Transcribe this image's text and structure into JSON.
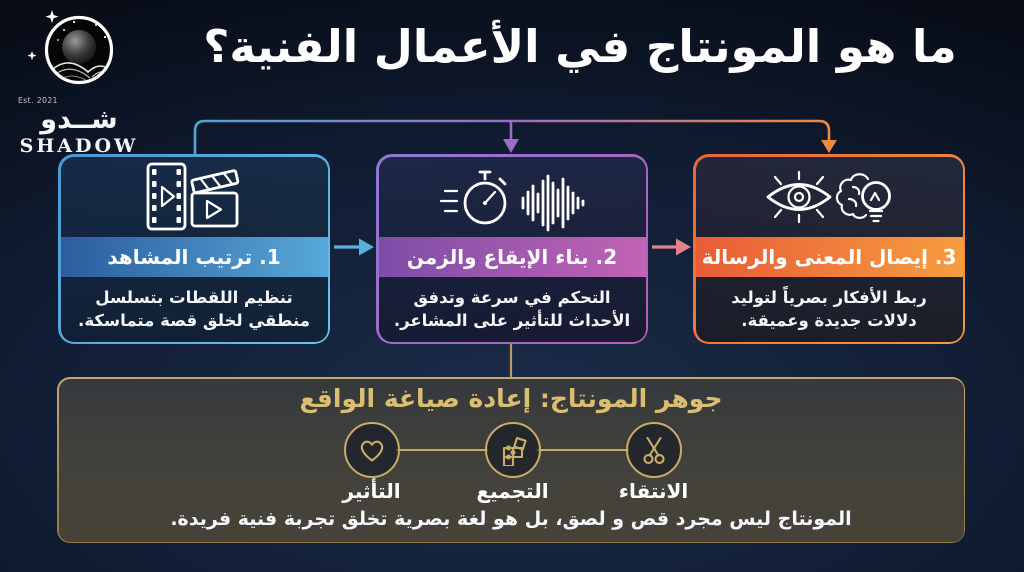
{
  "header": {
    "title": "ما هو المونتاج في الأعمال الفنية؟"
  },
  "logo": {
    "est_label": "Est. 2021",
    "name_arabic": "شــدو",
    "name_latin": "SHADOW",
    "emblem": "sphere-over-dunes-with-stars"
  },
  "boxes": [
    {
      "number_title": "1. ترتيب المشاهد",
      "description": "تنظيم اللقطات بتسلسل منطقي لخلق قصة متماسكة.",
      "icons": [
        "film-strip-icon",
        "clapperboard-icon"
      ]
    },
    {
      "number_title": "2. بناء الإيقاع والزمن",
      "description": "التحكم في سرعة وتدفق الأحداث للتأثير على المشاعر.",
      "icons": [
        "stopwatch-icon",
        "audio-waveform-icon"
      ]
    },
    {
      "number_title": "3. إيصال المعنى والرسالة",
      "description": "ربط الأفكار بصرياً لتوليد دلالات جديدة وعميقة.",
      "icons": [
        "eye-icon",
        "brain-lightbulb-icon"
      ]
    }
  ],
  "footer": {
    "title": "جوهر المونتاج: إعادة صياغة الواقع",
    "steps": [
      {
        "label": "التأثير",
        "icon": "heart-icon"
      },
      {
        "label": "التجميع",
        "icon": "puzzle-icon"
      },
      {
        "label": "الانتقاء",
        "icon": "scissors-icon"
      }
    ],
    "note": "المونتاج ليس مجرد قص و لصق، بل هو لغة بصرية تخلق تجربة فنية فريدة."
  },
  "colors": {
    "bg_center": "#1c2c49",
    "bg_mid": "#101c32",
    "bg_edge": "#05080f",
    "text_white": "#f4f7fb",
    "card1_border_from": "#4a97d4",
    "card1_border_to": "#6fc0e8",
    "card2_border_from": "#8d79d6",
    "card2_border_to": "#b55fb3",
    "card3_border_from": "#e9653a",
    "card3_border_to": "#f09a44",
    "band1_from": "#2b5d9d",
    "band1_to": "#57a8d9",
    "band2_from": "#7d4da8",
    "band2_to": "#c263b4",
    "band3_from": "#e95c36",
    "band3_to": "#f59d41",
    "line_blue": "#54a4da",
    "line_purple": "#9a6cc5",
    "line_orange": "#ee8a3d",
    "arrow_blue": "#58b0dd",
    "arrow_pink": "#e5808d",
    "gold": "#c9ad67",
    "gold_border": "#b79b5e",
    "gold_title": "#dcbe72"
  }
}
